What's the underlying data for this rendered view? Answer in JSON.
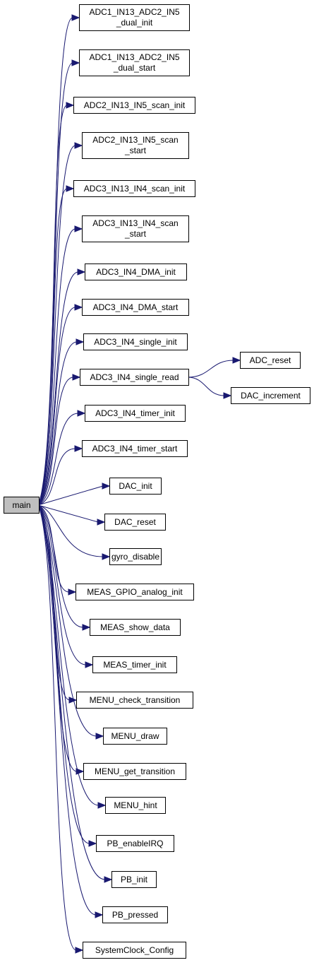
{
  "graph": {
    "root": {
      "label": "main"
    },
    "nodes": [
      {
        "id": "n1",
        "label_lines": [
          "ADC1_IN13_ADC2_IN5",
          "_dual_init"
        ]
      },
      {
        "id": "n2",
        "label_lines": [
          "ADC1_IN13_ADC2_IN5",
          "_dual_start"
        ]
      },
      {
        "id": "n3",
        "label_lines": [
          "ADC2_IN13_IN5_scan_init"
        ]
      },
      {
        "id": "n4",
        "label_lines": [
          "ADC2_IN13_IN5_scan",
          "_start"
        ]
      },
      {
        "id": "n5",
        "label_lines": [
          "ADC3_IN13_IN4_scan_init"
        ]
      },
      {
        "id": "n6",
        "label_lines": [
          "ADC3_IN13_IN4_scan",
          "_start"
        ]
      },
      {
        "id": "n7",
        "label_lines": [
          "ADC3_IN4_DMA_init"
        ]
      },
      {
        "id": "n8",
        "label_lines": [
          "ADC3_IN4_DMA_start"
        ]
      },
      {
        "id": "n9",
        "label_lines": [
          "ADC3_IN4_single_init"
        ]
      },
      {
        "id": "n10",
        "label_lines": [
          "ADC3_IN4_single_read"
        ]
      },
      {
        "id": "n11",
        "label_lines": [
          "ADC3_IN4_timer_init"
        ]
      },
      {
        "id": "n12",
        "label_lines": [
          "ADC3_IN4_timer_start"
        ]
      },
      {
        "id": "n13",
        "label_lines": [
          "DAC_init"
        ]
      },
      {
        "id": "n14",
        "label_lines": [
          "DAC_reset"
        ]
      },
      {
        "id": "n15",
        "label_lines": [
          "gyro_disable"
        ]
      },
      {
        "id": "n16",
        "label_lines": [
          "MEAS_GPIO_analog_init"
        ]
      },
      {
        "id": "n17",
        "label_lines": [
          "MEAS_show_data"
        ]
      },
      {
        "id": "n18",
        "label_lines": [
          "MEAS_timer_init"
        ]
      },
      {
        "id": "n19",
        "label_lines": [
          "MENU_check_transition"
        ]
      },
      {
        "id": "n20",
        "label_lines": [
          "MENU_draw"
        ]
      },
      {
        "id": "n21",
        "label_lines": [
          "MENU_get_transition"
        ]
      },
      {
        "id": "n22",
        "label_lines": [
          "MENU_hint"
        ]
      },
      {
        "id": "n23",
        "label_lines": [
          "PB_enableIRQ"
        ]
      },
      {
        "id": "n24",
        "label_lines": [
          "PB_init"
        ]
      },
      {
        "id": "n25",
        "label_lines": [
          "PB_pressed"
        ]
      },
      {
        "id": "n26",
        "label_lines": [
          "SystemClock_Config"
        ]
      },
      {
        "id": "n27",
        "label_lines": [
          "ADC_reset"
        ]
      },
      {
        "id": "n28",
        "label_lines": [
          "DAC_increment"
        ]
      }
    ],
    "edges": [
      {
        "from": "root",
        "to": "n1"
      },
      {
        "from": "root",
        "to": "n2"
      },
      {
        "from": "root",
        "to": "n3"
      },
      {
        "from": "root",
        "to": "n4"
      },
      {
        "from": "root",
        "to": "n5"
      },
      {
        "from": "root",
        "to": "n6"
      },
      {
        "from": "root",
        "to": "n7"
      },
      {
        "from": "root",
        "to": "n8"
      },
      {
        "from": "root",
        "to": "n9"
      },
      {
        "from": "root",
        "to": "n10"
      },
      {
        "from": "root",
        "to": "n11"
      },
      {
        "from": "root",
        "to": "n12"
      },
      {
        "from": "root",
        "to": "n13"
      },
      {
        "from": "root",
        "to": "n14"
      },
      {
        "from": "root",
        "to": "n15"
      },
      {
        "from": "root",
        "to": "n16"
      },
      {
        "from": "root",
        "to": "n17"
      },
      {
        "from": "root",
        "to": "n18"
      },
      {
        "from": "root",
        "to": "n19"
      },
      {
        "from": "root",
        "to": "n20"
      },
      {
        "from": "root",
        "to": "n21"
      },
      {
        "from": "root",
        "to": "n22"
      },
      {
        "from": "root",
        "to": "n23"
      },
      {
        "from": "root",
        "to": "n24"
      },
      {
        "from": "root",
        "to": "n25"
      },
      {
        "from": "root",
        "to": "n26"
      },
      {
        "from": "n10",
        "to": "n27"
      },
      {
        "from": "n10",
        "to": "n28"
      }
    ],
    "colors": {
      "edge": "#191970",
      "node_border": "#000000",
      "node_fill": "#ffffff",
      "root_fill": "#bfbfbf"
    }
  }
}
